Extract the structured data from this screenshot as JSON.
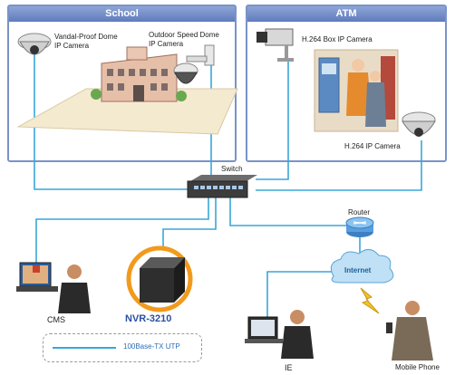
{
  "panels": {
    "school": {
      "title": "School"
    },
    "atm": {
      "title": "ATM"
    }
  },
  "devices": {
    "vandal_dome": {
      "line1": "Vandal-Proof Dome",
      "line2": "IP Camera"
    },
    "speed_dome": {
      "line1": "Outdoor Speed Dome",
      "line2": "IP Camera"
    },
    "box_camera": {
      "label": "H.264 Box IP Camera"
    },
    "h264_camera": {
      "label": "H.264 IP Camera"
    },
    "switch": {
      "label": "Switch"
    },
    "router": {
      "label": "Router"
    },
    "internet": {
      "label": "Internet"
    },
    "cms": {
      "label": "CMS"
    },
    "nvr": {
      "label": "NVR-3210"
    },
    "ie": {
      "label": "IE"
    },
    "mobile": {
      "label": "Mobile Phone"
    }
  },
  "legend": {
    "label": "100Base-TX UTP"
  },
  "colors": {
    "link": "#3aa6d8",
    "panel_border": "#7a93c8",
    "nvr_text": "#2b4fa0"
  }
}
